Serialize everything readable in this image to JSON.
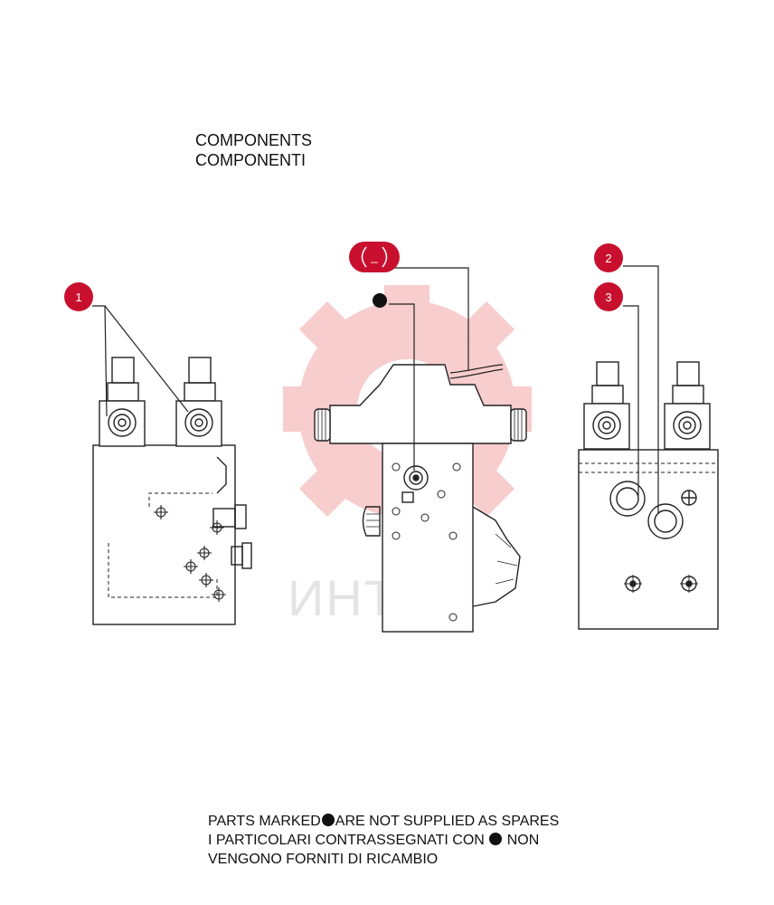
{
  "heading": {
    "line_en": "COMPONENTS",
    "line_it": "COMPONENTI"
  },
  "callouts": {
    "c1": "1",
    "c2": "2",
    "c3": "3",
    "c_top": "_"
  },
  "watermark": {
    "text": "ИНТЕХ"
  },
  "footer": {
    "line1_a": "PARTS MARKED",
    "line1_b": "ARE NOT SUPPLIED AS SPARES",
    "line2_a": "I  PARTICOLARI  CONTRASSEGNATI  CON",
    "line2_b": "NON",
    "line3": "VENGONO FORNITI DI RICAMBIO"
  },
  "colors": {
    "callout": "#c8102e",
    "line": "#222222",
    "watermark_gear": "#f2a0a0"
  }
}
